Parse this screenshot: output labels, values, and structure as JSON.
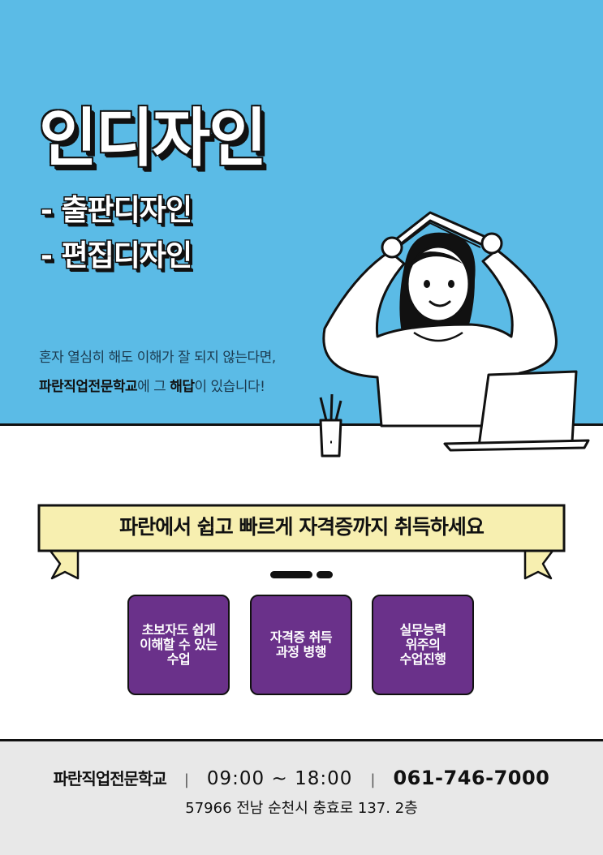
{
  "hero": {
    "title": "인디자인",
    "subtitle_1": "- 출판디자인",
    "subtitle_2": "- 편집디자인",
    "tagline_1": "혼자 열심히 해도 이해가 잘 되지 않는다면,",
    "tagline_2_school": "파란직업전문학교",
    "tagline_2_mid": "에 그 ",
    "tagline_2_answer": "해답",
    "tagline_2_end": "이 있습니다!"
  },
  "banner": {
    "text": "파란에서 쉽고 빠르게 자격증까지 취득하세요"
  },
  "features": [
    {
      "label": "초보자도 쉽게\n이해할 수 있는\n수업"
    },
    {
      "label": "자격증 취득\n과정 병행"
    },
    {
      "label": "실무능력\n위주의\n수업진행"
    }
  ],
  "footer": {
    "school": "파란직업전문학교",
    "hours": "09:00 ~ 18:00",
    "phone": "061-746-7000",
    "separator": "|",
    "address": "57966 전남 순천시 충효로 137. 2층"
  },
  "colors": {
    "sky": "#5bbbe6",
    "purple": "#6a318a",
    "ribbon": "#f7efb0",
    "footer_bg": "#e8e8e8"
  }
}
